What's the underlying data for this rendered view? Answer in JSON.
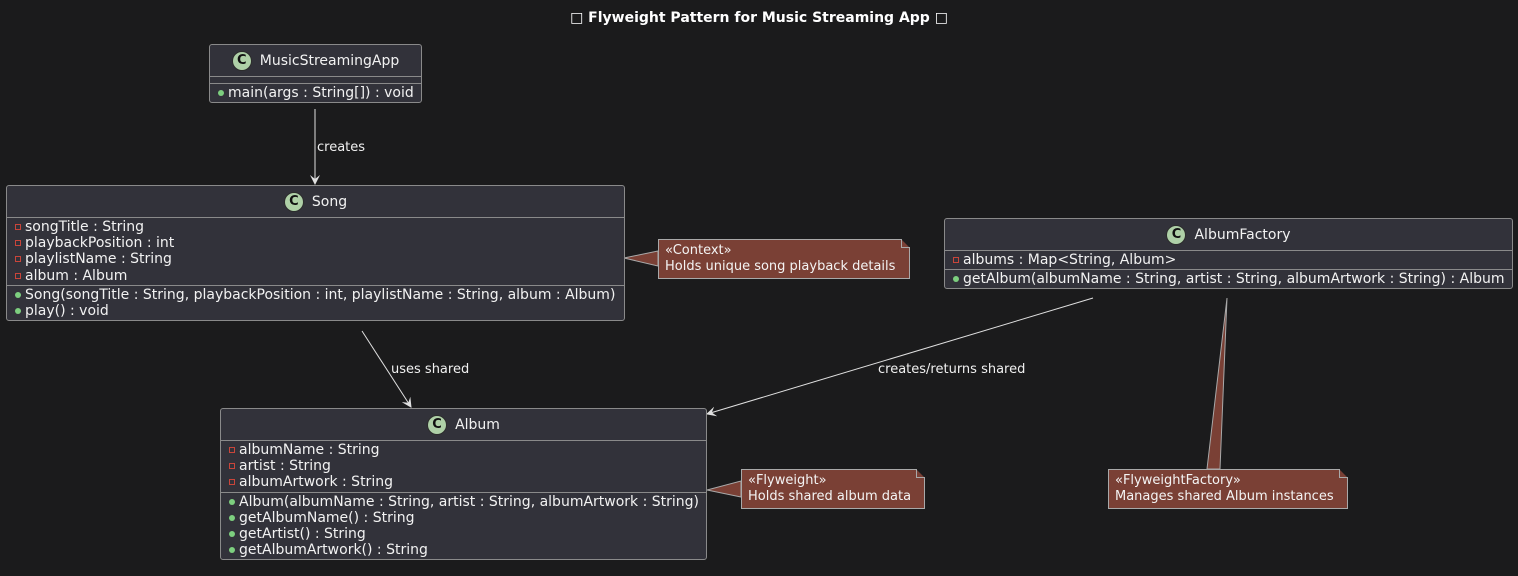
{
  "title": "□ Flyweight Pattern for Music Streaming App □",
  "classes": {
    "app": {
      "name": "MusicStreamingApp",
      "fields": [],
      "methods": [
        "main(args : String[]) : void"
      ]
    },
    "song": {
      "name": "Song",
      "fields": [
        "songTitle : String",
        "playbackPosition : int",
        "playlistName : String",
        "album : Album"
      ],
      "methods": [
        "Song(songTitle : String, playbackPosition : int, playlistName : String, album : Album)",
        "play() : void"
      ]
    },
    "factory": {
      "name": "AlbumFactory",
      "fields": [
        "albums : Map<String, Album>"
      ],
      "methods": [
        "getAlbum(albumName : String, artist : String, albumArtwork : String) : Album"
      ]
    },
    "album": {
      "name": "Album",
      "fields": [
        "albumName : String",
        "artist : String",
        "albumArtwork : String"
      ],
      "methods": [
        "Album(albumName : String, artist : String, albumArtwork : String)",
        "getAlbumName() : String",
        "getArtist() : String",
        "getAlbumArtwork() : String"
      ]
    }
  },
  "notes": {
    "context": {
      "stereotype": "«Context»",
      "text": "Holds unique song playback details"
    },
    "flyweight": {
      "stereotype": "«Flyweight»",
      "text": "Holds shared album data"
    },
    "factory": {
      "stereotype": "«FlyweightFactory»",
      "text": "Manages shared Album instances"
    }
  },
  "edges": {
    "creates": "creates",
    "uses_shared": "uses shared",
    "creates_returns": "creates/returns shared"
  },
  "colors": {
    "background": "#1b1b1c",
    "class_fill": "#32323a",
    "note_fill": "#7a4035",
    "class_badge": "#aed0a7",
    "public_marker": "#7dcf7f",
    "private_marker": "#c9453a"
  }
}
